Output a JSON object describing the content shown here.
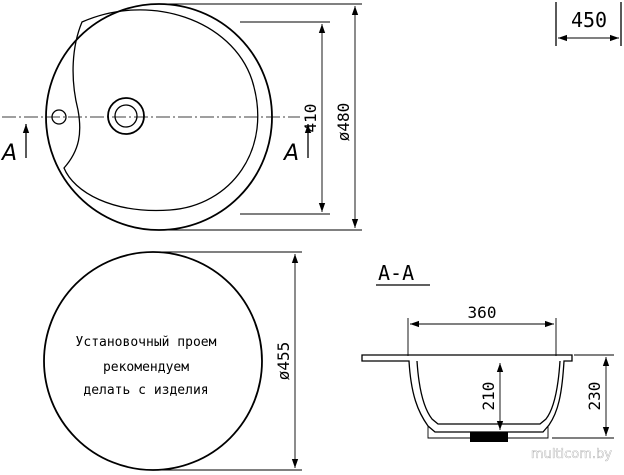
{
  "dimensions": {
    "cabinet_width": "450",
    "top_outer_diameter": "ø480",
    "top_bowl_size": "410",
    "cutout_diameter": "ø455",
    "section_width": "360",
    "section_depth_inner": "210",
    "section_depth_total": "230"
  },
  "section": {
    "marker_left": "A",
    "marker_right": "A",
    "title": "A-A"
  },
  "cutout_note": {
    "line1": "Установочный проем",
    "line2": "рекомендуем",
    "line3": "делать с изделия"
  },
  "watermark": "multicom.by"
}
